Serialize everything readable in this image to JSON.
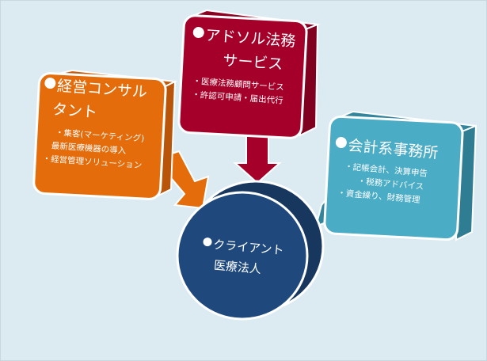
{
  "colors": {
    "background": "#dcebf2",
    "orange": "#e46c0a",
    "red": "#a5002a",
    "teal": "#4bacc6",
    "navy": "#1f497d"
  },
  "consulting": {
    "title_line1": "経営コンサル",
    "title_line2": "タント",
    "items": [
      "・集客(マーケティング)",
      "最新医療機器の導入",
      "・経営管理ソリューション"
    ]
  },
  "legal": {
    "title_line1": "アドソル法務",
    "title_line2": "サービス",
    "items": [
      "・医療法務顧問サービス",
      "・許認可申請・届出代行"
    ]
  },
  "accounting": {
    "title": "会計系事務所",
    "items": [
      "・記帳会計、決算申告",
      "・税務アドバイス",
      "・資金繰り、財務管理"
    ]
  },
  "client": {
    "line1": "クライアント",
    "line2": "医療法人"
  }
}
